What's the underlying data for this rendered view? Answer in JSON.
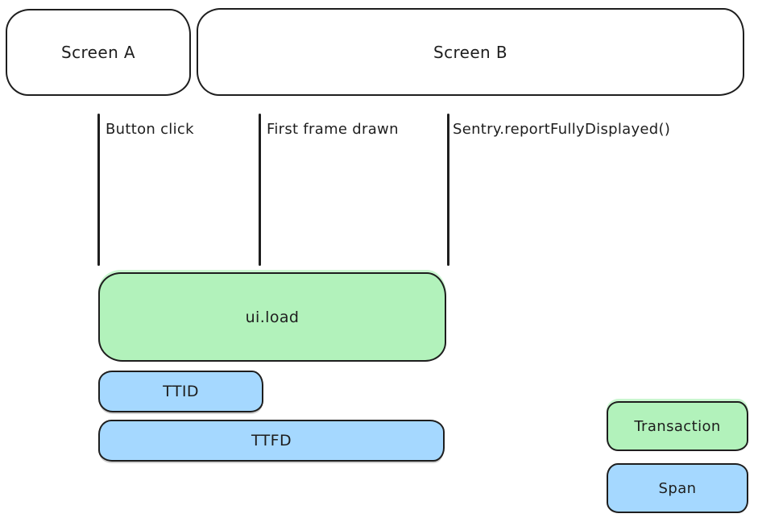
{
  "diagram": {
    "screens": [
      {
        "label": "Screen A"
      },
      {
        "label": "Screen B"
      }
    ],
    "events": [
      {
        "label": "Button click"
      },
      {
        "label": "First frame drawn"
      },
      {
        "label": "Sentry.reportFullyDisplayed()"
      }
    ],
    "bars": [
      {
        "label": "ui.load",
        "kind": "transaction",
        "color": "#b2f2bb"
      },
      {
        "label": "TTID",
        "kind": "span",
        "color": "#a5d8ff"
      },
      {
        "label": "TTFD",
        "kind": "span",
        "color": "#a5d8ff"
      }
    ],
    "legend": [
      {
        "label": "Transaction",
        "color": "#b2f2bb"
      },
      {
        "label": "Span",
        "color": "#a5d8ff"
      }
    ],
    "colors": {
      "stroke": "#1e1e1e",
      "transaction_fill": "#b2f2bb",
      "span_fill": "#a5d8ff",
      "background": "#ffffff"
    }
  }
}
